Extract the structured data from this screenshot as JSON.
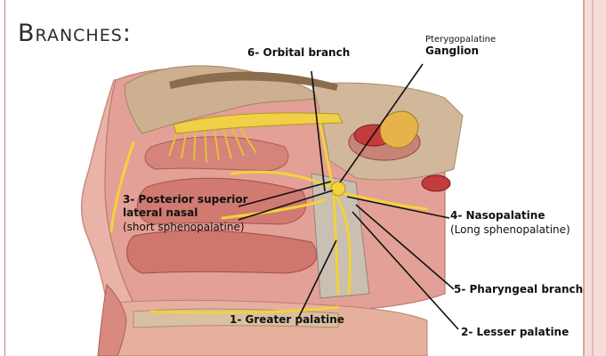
{
  "slide": {
    "title": "Branches:"
  },
  "labels": {
    "orbital": "6- Orbital branch",
    "ganglion_small": "Pterygopalatine",
    "ganglion_big": "Ganglion",
    "posterior_line1": "3- Posterior superior",
    "posterior_line2": "lateral nasal",
    "posterior_line3": "(short sphenopalatine)",
    "nasopalatine_line1": "4- Nasopalatine",
    "nasopalatine_line2": "(Long sphenopalatine)",
    "pharyngeal": "5- Pharyngeal branch",
    "greater_palatine": "1- Greater palatine",
    "lesser_palatine": "2- Lesser palatine"
  },
  "colors": {
    "flesh": "#e6a49c",
    "mucosa": "#d9867f",
    "bone": "#c9a98a",
    "nerve": "#f3d23a",
    "dark": "#8e2b2b",
    "pointer": "#111111"
  }
}
